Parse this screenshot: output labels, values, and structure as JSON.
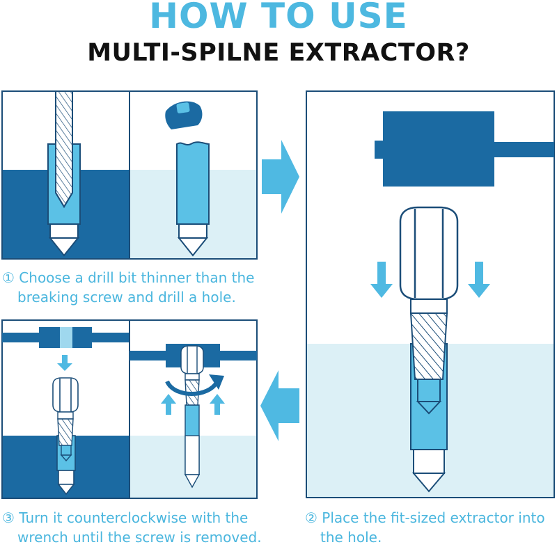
{
  "header": {
    "title_line1": "HOW TO USE",
    "title_line2": "MULTI-SPILNE EXTRACTOR?"
  },
  "steps": [
    {
      "number": "①",
      "line1": "Choose a drill bit thinner than the",
      "line2": "breaking screw and drill a hole."
    },
    {
      "number": "②",
      "line1": "Place the fit-sized extractor into",
      "line2": "the hole."
    },
    {
      "number": "③",
      "line1": "Turn it counterclockwise with the",
      "line2": "wrench until the screw is removed."
    }
  ],
  "colors": {
    "dark_blue": "#1b6aa2",
    "medium_blue": "#5bc1e6",
    "light_blue": "#dcf0f6",
    "arrow_blue": "#4fb9e2",
    "outline": "#1b4d78"
  }
}
